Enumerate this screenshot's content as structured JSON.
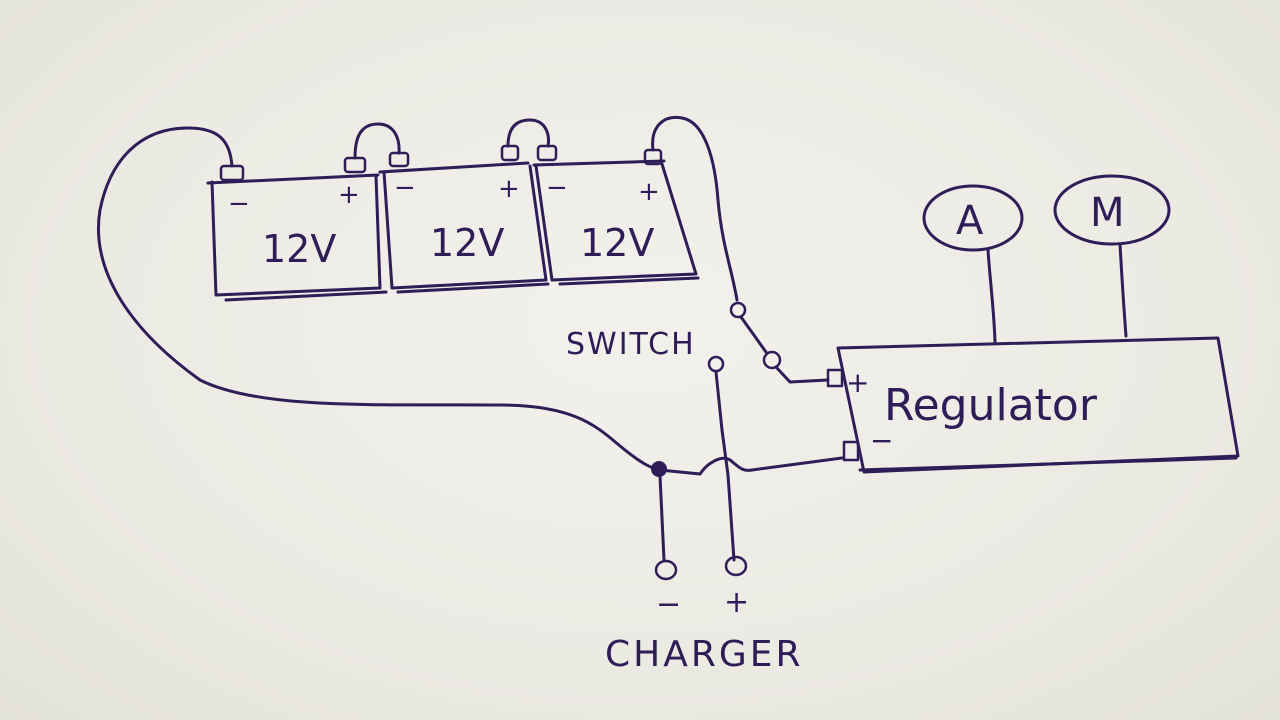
{
  "diagram": {
    "batteries": [
      {
        "voltage_label": "12V",
        "minus_label": "−",
        "plus_label": "+"
      },
      {
        "voltage_label": "12V",
        "minus_label": "−",
        "plus_label": "+"
      },
      {
        "voltage_label": "12V",
        "minus_label": "−",
        "plus_label": "+"
      }
    ],
    "switch_label": "SWITCH",
    "regulator": {
      "label": "Regulator",
      "plus_label": "+",
      "minus_label": "−"
    },
    "meters": [
      {
        "label": "A"
      },
      {
        "label": "M"
      }
    ],
    "charger": {
      "label": "CHARGER",
      "minus_label": "−",
      "plus_label": "+"
    }
  }
}
